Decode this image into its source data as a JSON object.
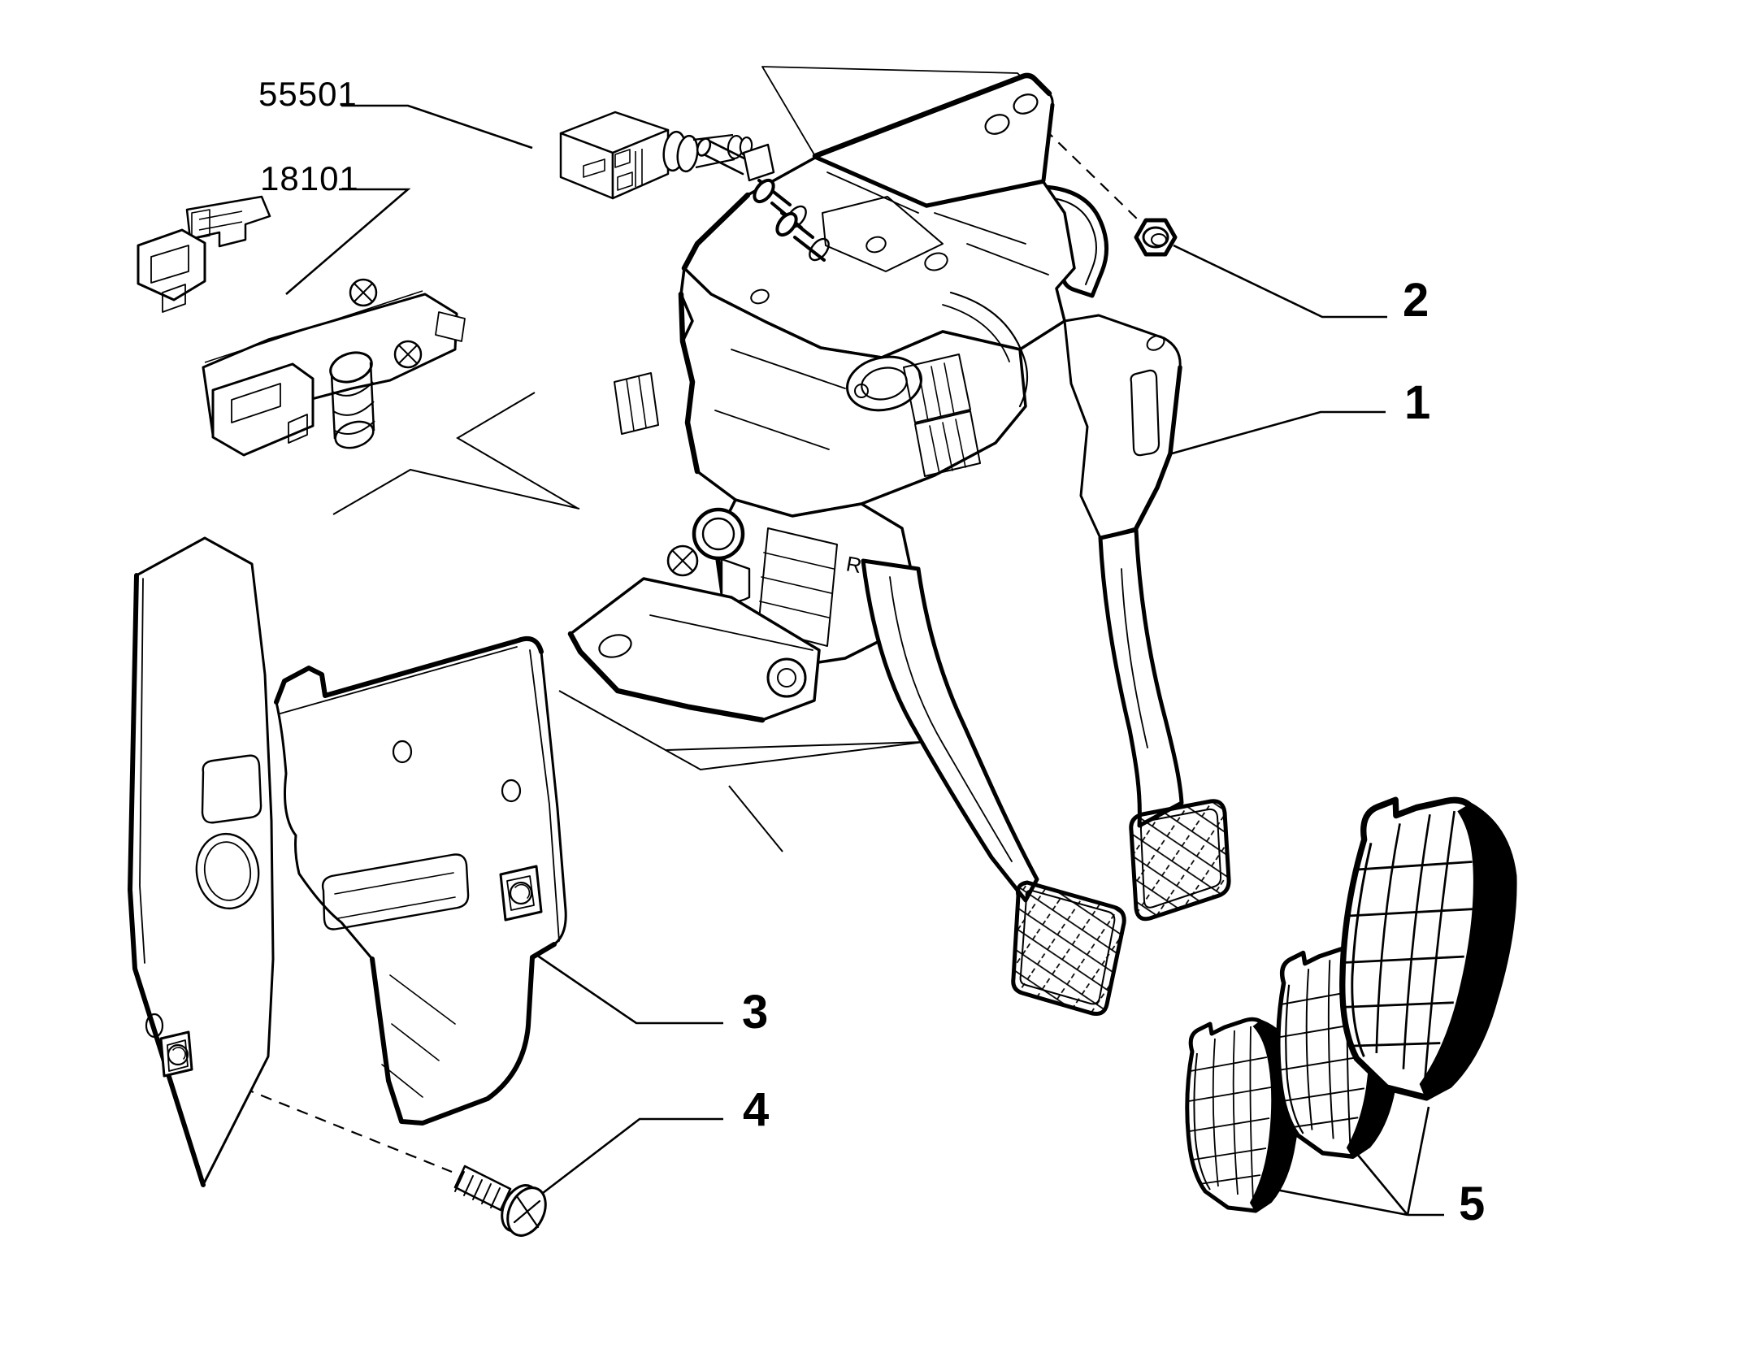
{
  "diagram": {
    "background_color": "#ffffff",
    "ink_color": "#000000",
    "labels": {
      "switch_part_number": "55501",
      "sensor_part_number": "18101",
      "callout_1": "1",
      "callout_2": "2",
      "callout_3": "3",
      "callout_4": "4",
      "callout_5": "5",
      "housing_marking": "R"
    }
  }
}
